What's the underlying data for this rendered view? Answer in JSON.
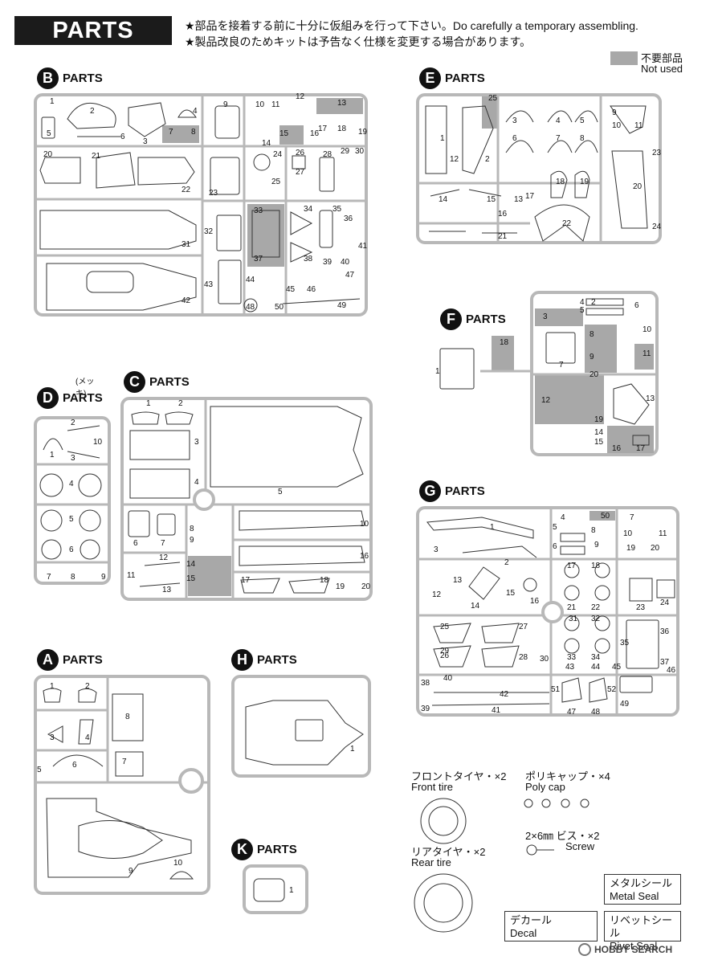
{
  "header": {
    "title": "PARTS",
    "note1": "★部品を接着する前に十分に仮組みを行って下さい。Do carefully a temporary assembling.",
    "note2": "★製品改良のためキットは予告なく仕様を変更する場合があります。"
  },
  "legend": {
    "jp": "不要部品",
    "en": "Not used",
    "color": "#a8a8a8"
  },
  "sections": {
    "B": {
      "letter": "B",
      "label": "PARTS"
    },
    "E": {
      "letter": "E",
      "label": "PARTS"
    },
    "F": {
      "letter": "F",
      "label": "PARTS"
    },
    "D": {
      "letter": "D",
      "label": "PARTS",
      "note": "(メッキ)"
    },
    "C": {
      "letter": "C",
      "label": "PARTS"
    },
    "G": {
      "letter": "G",
      "label": "PARTS"
    },
    "A": {
      "letter": "A",
      "label": "PARTS"
    },
    "H": {
      "letter": "H",
      "label": "PARTS"
    },
    "K": {
      "letter": "K",
      "label": "PARTS"
    }
  },
  "extras": {
    "front_tire_jp": "フロントタイヤ・×2",
    "front_tire_en": "Front tire",
    "rear_tire_jp": "リアタイヤ・×2",
    "rear_tire_en": "Rear tire",
    "polycap_jp": "ポリキャップ・×4",
    "polycap_en": "Poly cap",
    "screw_jp": "2×6㎜ ビス・×2",
    "screw_en": "Screw"
  },
  "labels": {
    "metal_jp": "メタルシール",
    "metal_en": "Metal Seal",
    "decal_jp": "デカール",
    "decal_en": "Decal",
    "rivet_jp": "リベットシール",
    "rivet_en": "Rivet Seal"
  },
  "watermark": "HOBBY SEARCH",
  "part_numbers": {
    "B": [
      "1",
      "2",
      "3",
      "4",
      "5",
      "6",
      "7",
      "8",
      "9",
      "10",
      "11",
      "12",
      "13",
      "14",
      "15",
      "16",
      "17",
      "18",
      "19",
      "20",
      "21",
      "22",
      "23",
      "24",
      "25",
      "26",
      "27",
      "28",
      "29",
      "30",
      "31",
      "32",
      "33",
      "34",
      "35",
      "36",
      "37",
      "38",
      "39",
      "40",
      "41",
      "42",
      "43",
      "44",
      "45",
      "46",
      "47",
      "48",
      "49",
      "50"
    ],
    "E": [
      "1",
      "2",
      "3",
      "4",
      "5",
      "6",
      "7",
      "8",
      "9",
      "10",
      "11",
      "12",
      "13",
      "14",
      "15",
      "16",
      "17",
      "18",
      "19",
      "20",
      "21",
      "22",
      "23",
      "24",
      "25"
    ],
    "F": [
      "1",
      "2",
      "3",
      "4",
      "5",
      "6",
      "7",
      "8",
      "9",
      "10",
      "11",
      "12",
      "13",
      "14",
      "15",
      "16",
      "17",
      "18",
      "19",
      "20"
    ],
    "D": [
      "1",
      "2",
      "3",
      "4",
      "5",
      "6",
      "7",
      "8",
      "9",
      "10"
    ],
    "C": [
      "1",
      "2",
      "3",
      "4",
      "5",
      "6",
      "7",
      "8",
      "9",
      "10",
      "11",
      "12",
      "13",
      "14",
      "15",
      "16",
      "17",
      "18",
      "19",
      "20"
    ],
    "G": [
      "1",
      "2",
      "3",
      "4",
      "5",
      "6",
      "7",
      "8",
      "9",
      "10",
      "11",
      "12",
      "13",
      "14",
      "15",
      "16",
      "17",
      "18",
      "19",
      "20",
      "21",
      "22",
      "23",
      "24",
      "25",
      "26",
      "27",
      "28",
      "29",
      "30",
      "31",
      "32",
      "33",
      "34",
      "35",
      "36",
      "37",
      "38",
      "39",
      "40",
      "41",
      "42",
      "43",
      "44",
      "45",
      "46",
      "47",
      "48",
      "49",
      "50",
      "51",
      "52"
    ],
    "A": [
      "1",
      "2",
      "3",
      "4",
      "5",
      "6",
      "7",
      "8",
      "9",
      "10"
    ],
    "H": [
      "1"
    ],
    "K": [
      "1"
    ]
  }
}
